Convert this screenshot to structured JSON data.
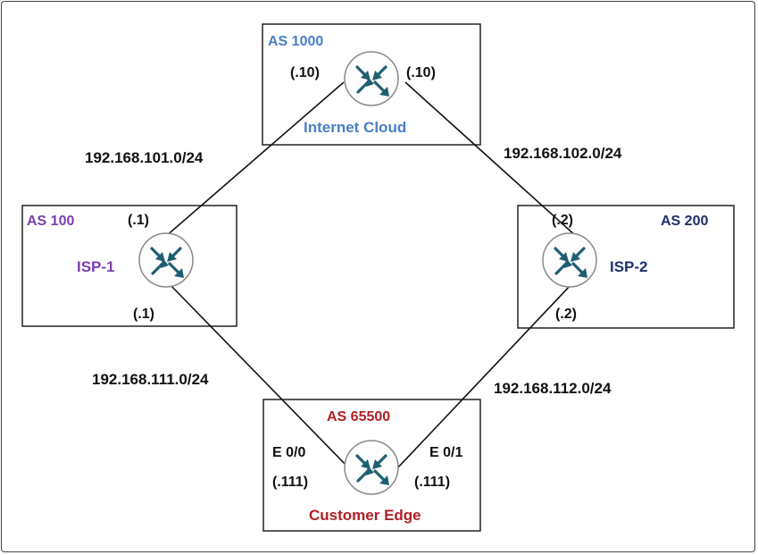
{
  "colors": {
    "blue": "#4a7fc4",
    "purple": "#7a3fb0",
    "navy": "#1f2f6b",
    "red": "#b01f24",
    "router_arrow": "#1f5f73"
  },
  "icons": {
    "router": "router-icon"
  },
  "internet": {
    "as": "AS 1000",
    "name": "Internet Cloud",
    "ip_left": "(.10)",
    "ip_right": "(.10)"
  },
  "isp1": {
    "as": "AS 100",
    "name": "ISP-1",
    "ip_top": "(.1)",
    "ip_bottom": "(.1)"
  },
  "isp2": {
    "as": "AS 200",
    "name": "ISP-2",
    "ip_top": "(.2)",
    "ip_bottom": "(.2)"
  },
  "customer": {
    "as": "AS 65500",
    "name": "Customer Edge",
    "if_left": "E 0/0",
    "if_right": "E 0/1",
    "ip_left": "(.111)",
    "ip_right": "(.111)"
  },
  "networks": {
    "n101": "192.168.101.0/24",
    "n102": "192.168.102.0/24",
    "n111": "192.168.111.0/24",
    "n112": "192.168.112.0/24"
  }
}
